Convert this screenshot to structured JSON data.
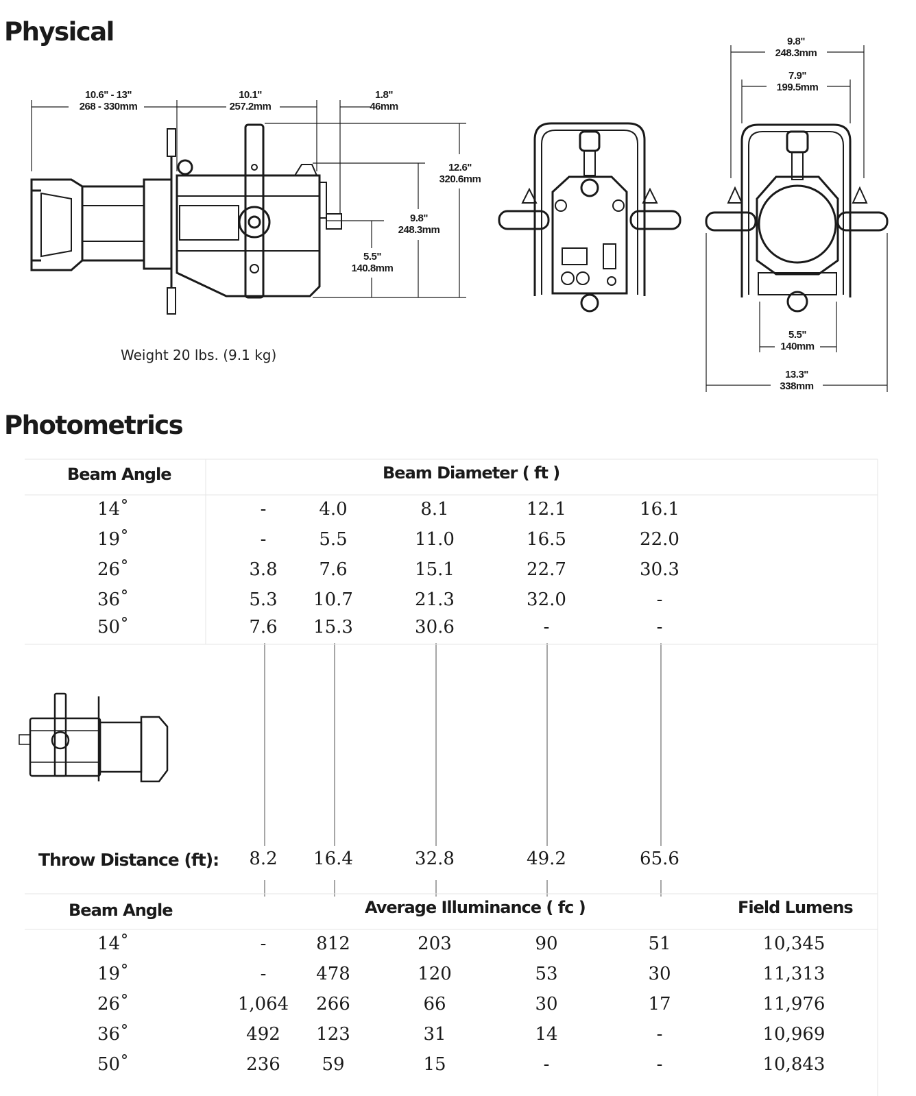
{
  "physical": {
    "title": "Physical",
    "weight": "Weight 20 lbs. (9.1 kg)",
    "dimensions": {
      "lens_length": [
        "10.6\" - 13\"",
        "268 - 330mm"
      ],
      "body_length": [
        "10.1\"",
        "257.2mm"
      ],
      "rear_length": [
        "1.8\"",
        "46mm"
      ],
      "total_height": [
        "12.6\"",
        "320.6mm"
      ],
      "body_height": [
        "9.8\"",
        "248.3mm"
      ],
      "lower_height": [
        "5.5\"",
        "140.8mm"
      ],
      "yoke_width_outer": [
        "9.8\"",
        "248.3mm"
      ],
      "yoke_width_inner": [
        "7.9\"",
        "199.5mm"
      ],
      "lens_width": [
        "5.5\"",
        "140mm"
      ],
      "overall_width": [
        "13.3\"",
        "338mm"
      ]
    }
  },
  "photometrics": {
    "title": "Photometrics",
    "beam_angle_label": "Beam Angle",
    "beam_diameter_label": "Beam Diameter ( ft )",
    "throw_label": "Throw Distance (ft):",
    "avg_illuminance_label": "Average Illuminance ( fc )",
    "field_lumens_label": "Field Lumens",
    "throw_distances": [
      "8.2",
      "16.4",
      "32.8",
      "49.2",
      "65.6"
    ],
    "beam_diameter_rows": [
      {
        "angle": "14˚",
        "values": [
          "-",
          "4.0",
          "8.1",
          "12.1",
          "16.1"
        ]
      },
      {
        "angle": "19˚",
        "values": [
          "-",
          "5.5",
          "11.0",
          "16.5",
          "22.0"
        ]
      },
      {
        "angle": "26˚",
        "values": [
          "3.8",
          "7.6",
          "15.1",
          "22.7",
          "30.3"
        ]
      },
      {
        "angle": "36˚",
        "values": [
          "5.3",
          "10.7",
          "21.3",
          "32.0",
          "-"
        ]
      },
      {
        "angle": "50˚",
        "values": [
          "7.6",
          "15.3",
          "30.6",
          "-",
          "-"
        ]
      }
    ],
    "illuminance_rows": [
      {
        "angle": "14˚",
        "values": [
          "-",
          "812",
          "203",
          "90",
          "51"
        ],
        "lumens": "10,345"
      },
      {
        "angle": "19˚",
        "values": [
          "-",
          "478",
          "120",
          "53",
          "30"
        ],
        "lumens": "11,313"
      },
      {
        "angle": "26˚",
        "values": [
          "1,064",
          "266",
          "66",
          "30",
          "17"
        ],
        "lumens": "11,976"
      },
      {
        "angle": "36˚",
        "values": [
          "492",
          "123",
          "31",
          "14",
          "-"
        ],
        "lumens": "10,969"
      },
      {
        "angle": "50˚",
        "values": [
          "236",
          "59",
          "15",
          "-",
          "-"
        ],
        "lumens": "10,843"
      }
    ]
  }
}
